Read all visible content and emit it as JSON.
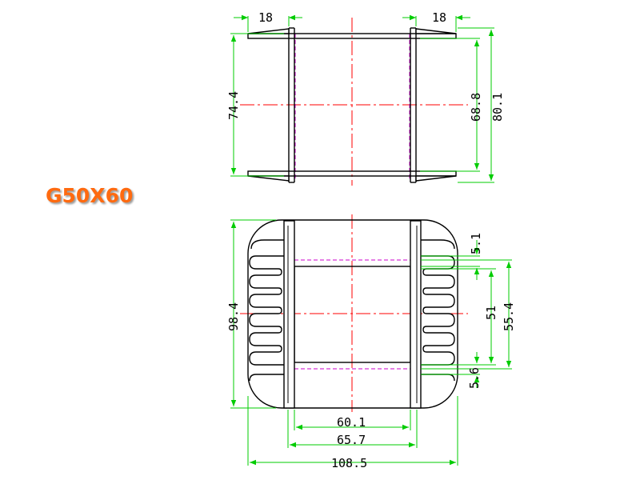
{
  "title": "G50X60",
  "colors": {
    "outline": "#000000",
    "dimension": "#00cc00",
    "centerline": "#ff0000",
    "hidden": "#cc00cc",
    "title": "#ff6a10"
  },
  "top_view": {
    "flange_left_width": "18",
    "flange_right_width": "18",
    "inner_height": "74.4",
    "flange_inner": "68.8",
    "overall_height": "80.1"
  },
  "front_view": {
    "slot_gap": "5.1",
    "core_height": "51",
    "core_height_total": "55.4",
    "bottom_gap": "5.6",
    "overall_height": "98.4",
    "inner_width": "60.1",
    "mid_width": "65.7",
    "overall_width": "108.5"
  }
}
